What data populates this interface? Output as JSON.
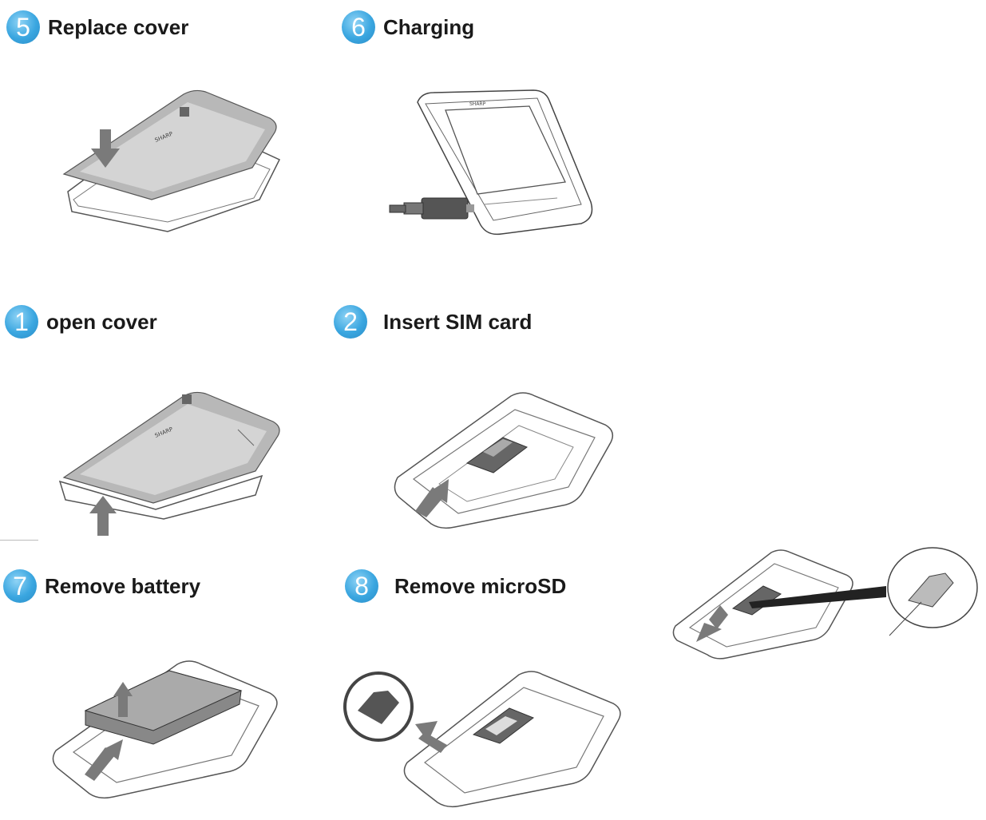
{
  "steps": [
    {
      "number": "5",
      "title": "Replace cover"
    },
    {
      "number": "6",
      "title": "Charging"
    },
    {
      "number": "1",
      "title": "open cover"
    },
    {
      "number": "2",
      "title": "Insert SIM card"
    },
    {
      "number": "7",
      "title": "Remove battery"
    },
    {
      "number": "8",
      "title": "Remove microSD"
    }
  ],
  "colors": {
    "badge": "#3aa6e0",
    "line": "#555555",
    "cover": "#b8b8b8",
    "arrow": "#7a7a7a"
  },
  "icons": [
    "arrow-down-icon",
    "arrow-up-icon",
    "usb-plug-icon",
    "microsd-card-icon",
    "magnifier-callout-icon"
  ]
}
